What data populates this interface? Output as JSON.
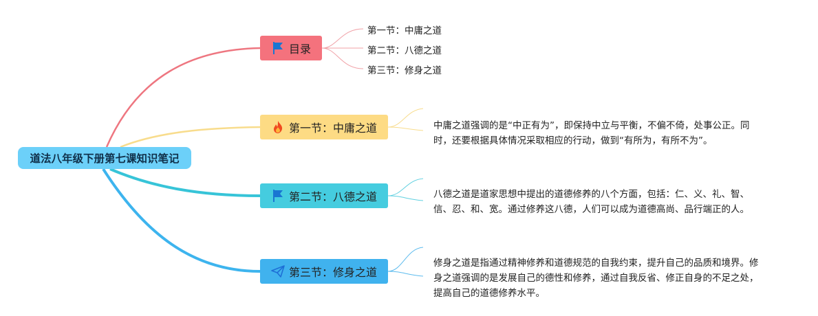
{
  "root": {
    "label": "道法八年级下册第七课知识笔记"
  },
  "toc": {
    "label": "目录",
    "icon": "flag-icon",
    "items": [
      "第一节：中庸之道",
      "第二节：八德之道",
      "第三节：修身之道"
    ]
  },
  "sections": [
    {
      "label": "第一节：中庸之道",
      "icon": "fire-icon",
      "lines": [
        "中庸之道强调的是“中正有为”，即保持中立与平衡，不偏不倚，处事公正。同",
        "时，还要根据具体情况采取相应的行动，做到“有所为，有所不为”。"
      ]
    },
    {
      "label": "第二节：八德之道",
      "icon": "flag-icon",
      "lines": [
        "八德之道是道家思想中提出的道德修养的八个方面，包括：仁、义、礼、智、",
        "信、忍、和、宽。通过修养这八德，人们可以成为道德高尚、品行端正的人。"
      ]
    },
    {
      "label": "第三节：修身之道",
      "icon": "paper-plane-icon",
      "lines": [
        "修身之道是指通过精神修养和道德规范的自我约束，提升自己的品质和境界。修",
        "身之道强调的是发展自己的德性和修养，通过自我反省、修正自身的不足之处，",
        "提高自己的道德修养水平。"
      ]
    }
  ],
  "colors": {
    "root": "#6cd0f9",
    "toc": "#f4727d",
    "section1": "#fddb84",
    "section2": "#45ccdf",
    "section3": "#40b2ee"
  }
}
